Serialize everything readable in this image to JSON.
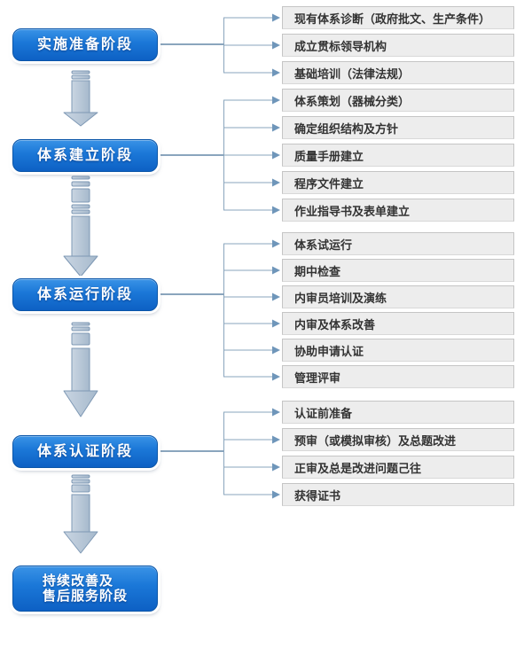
{
  "flow": {
    "stages": [
      {
        "label": "实施准备阶段",
        "items": [
          "现有体系诊断（政府批文、生产条件）",
          "成立贯标领导机构",
          "基础培训（法律法规）"
        ]
      },
      {
        "label": "体系建立阶段",
        "items": [
          "体系策划（器械分类）",
          "确定组织结构及方针",
          "质量手册建立",
          "程序文件建立",
          "作业指导书及表单建立"
        ]
      },
      {
        "label": "体系运行阶段",
        "items": [
          "体系试运行",
          "期中检查",
          "内审员培训及演练",
          "内审及体系改善",
          "协助申请认证",
          "管理评审"
        ]
      },
      {
        "label": "体系认证阶段",
        "items": [
          "认证前准备",
          "预审（或模拟审核）及总题改进",
          "正审及总是改进问题己往",
          "获得证书"
        ]
      },
      {
        "label": "持续改善及\n售后服务阶段",
        "items": []
      }
    ],
    "colors": {
      "stage_gradient_top": "#3a93e6",
      "stage_gradient_mid": "#1b78d8",
      "stage_gradient_bottom": "#0d60c4",
      "stage_border": "#0a55a8",
      "stage_text": "#ffffff",
      "item_bg": "#ededed",
      "item_border": "#c5c5c5",
      "item_text": "#333333",
      "connector_line": "#8aa5bd",
      "connector_head": "#6f96ba",
      "down_arrow_fill_light": "#c9d5e2",
      "down_arrow_fill_dark": "#a6b9cc",
      "down_arrow_stroke": "#7e98b4"
    }
  }
}
